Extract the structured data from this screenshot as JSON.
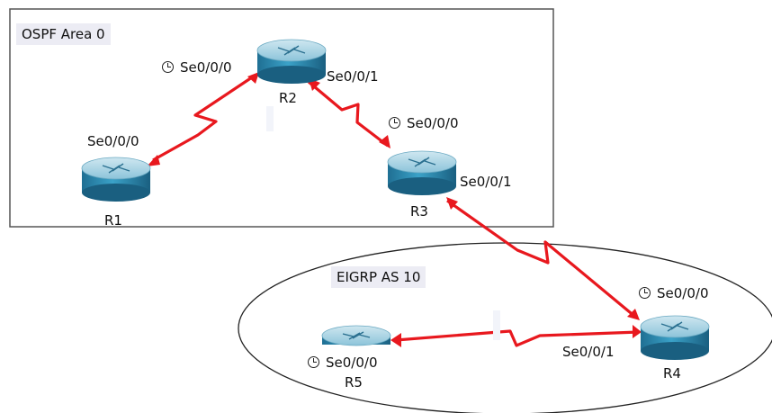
{
  "areas": {
    "ospf": "OSPF Area 0",
    "eigrp": "EIGRP AS 10"
  },
  "routers": {
    "r1": "R1",
    "r2": "R2",
    "r3": "R3",
    "r4": "R4",
    "r5": "R5"
  },
  "interfaces": {
    "r2_se000": "Se0/0/0",
    "r2_se001": "Se0/0/1",
    "r1_se000": "Se0/0/0",
    "r3_se000": "Se0/0/0",
    "r3_se001": "Se0/0/1",
    "r4_se000": "Se0/0/0",
    "r4_se001": "Se0/0/1",
    "r5_se000": "Se0/0/0"
  },
  "colors": {
    "serial_link": "#e8181e",
    "router_body": "#2a8fb6",
    "router_top": "#9ecde0"
  },
  "icons": {
    "dce_clock": "clock-icon",
    "router": "router-icon"
  }
}
